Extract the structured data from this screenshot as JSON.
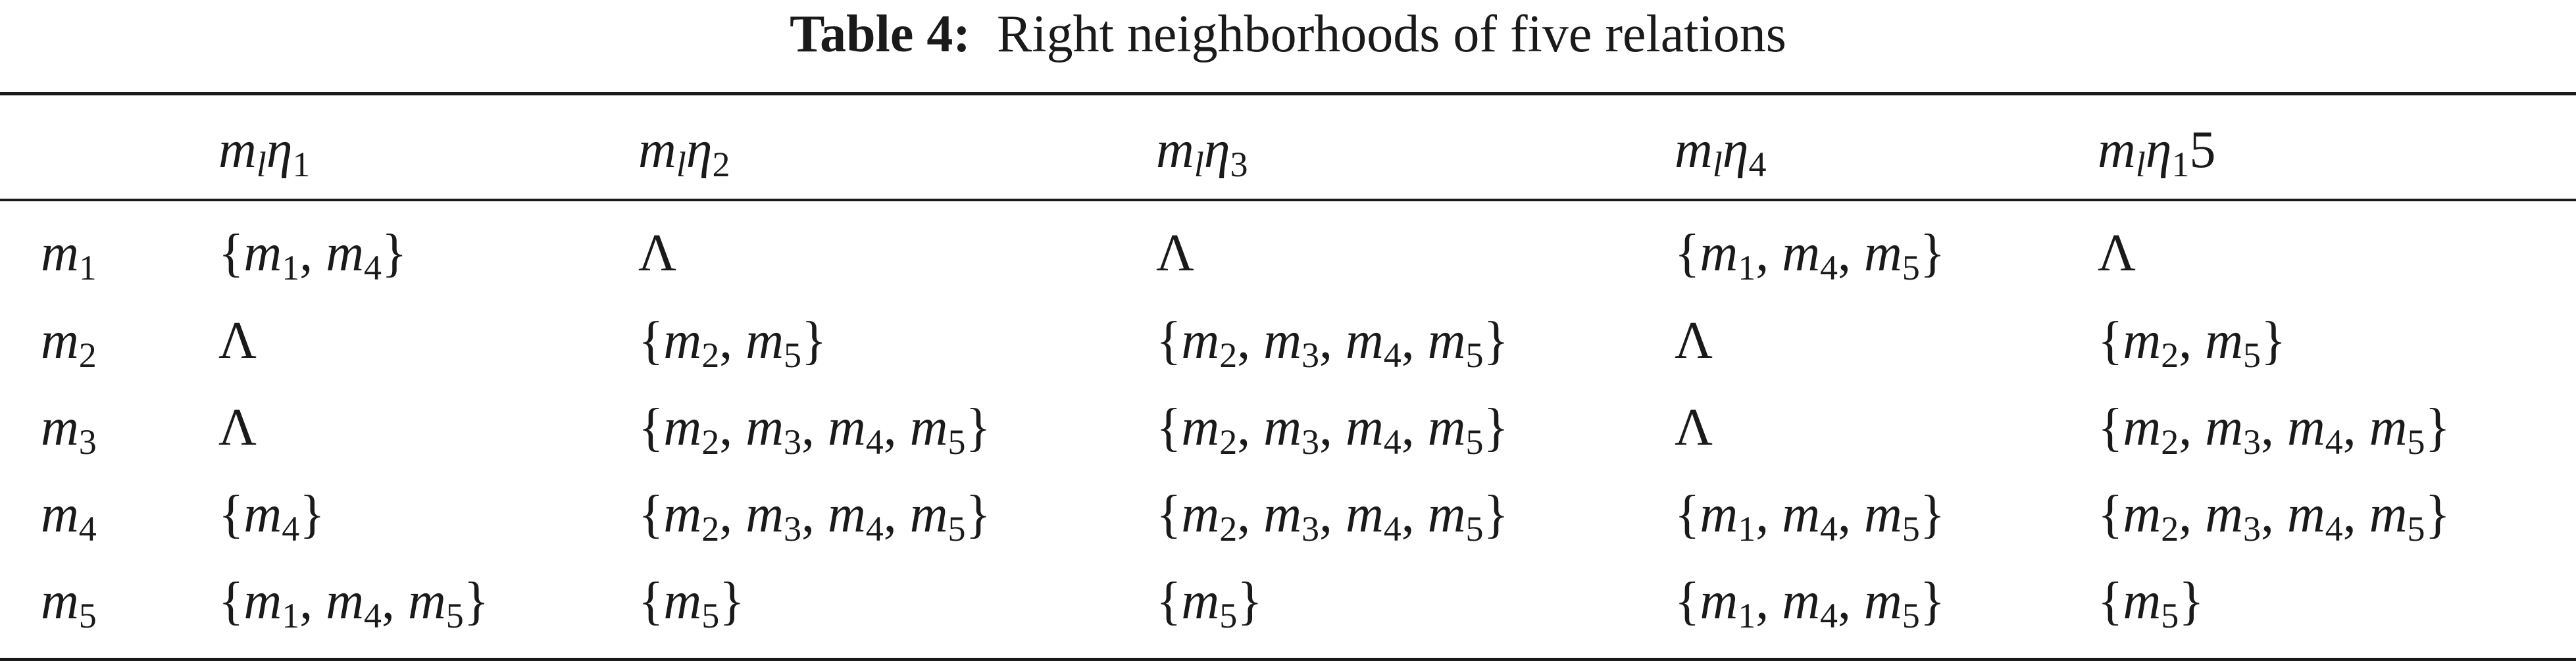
{
  "caption": {
    "label": "Table 4:",
    "text": "Right neighborhoods of five relations"
  },
  "columns": [
    {
      "base": "m",
      "sub1": "l",
      "greek": "η",
      "sub2": "1",
      "suffix": ""
    },
    {
      "base": "m",
      "sub1": "l",
      "greek": "η",
      "sub2": "2",
      "suffix": ""
    },
    {
      "base": "m",
      "sub1": "l",
      "greek": "η",
      "sub2": "3",
      "suffix": ""
    },
    {
      "base": "m",
      "sub1": "l",
      "greek": "η",
      "sub2": "4",
      "suffix": ""
    },
    {
      "base": "m",
      "sub1": "l",
      "greek": "η",
      "sub2": "1",
      "suffix": "5"
    }
  ],
  "rows": [
    {
      "label": {
        "base": "m",
        "sub": "1"
      },
      "cells": [
        {
          "set": [
            "1",
            "4"
          ]
        },
        {
          "empty": "Λ"
        },
        {
          "empty": "Λ"
        },
        {
          "set": [
            "1",
            "4",
            "5"
          ]
        },
        {
          "empty": "Λ"
        }
      ]
    },
    {
      "label": {
        "base": "m",
        "sub": "2"
      },
      "cells": [
        {
          "empty": "Λ"
        },
        {
          "set": [
            "2",
            "5"
          ]
        },
        {
          "set": [
            "2",
            "3",
            "4",
            "5"
          ]
        },
        {
          "empty": "Λ"
        },
        {
          "set": [
            "2",
            "5"
          ]
        }
      ]
    },
    {
      "label": {
        "base": "m",
        "sub": "3"
      },
      "cells": [
        {
          "empty": "Λ"
        },
        {
          "set": [
            "2",
            "3",
            "4",
            "5"
          ]
        },
        {
          "set": [
            "2",
            "3",
            "4",
            "5"
          ]
        },
        {
          "empty": "Λ"
        },
        {
          "set": [
            "2",
            "3",
            "4",
            "5"
          ]
        }
      ]
    },
    {
      "label": {
        "base": "m",
        "sub": "4"
      },
      "cells": [
        {
          "set": [
            "4"
          ]
        },
        {
          "set": [
            "2",
            "3",
            "4",
            "5"
          ]
        },
        {
          "set": [
            "2",
            "3",
            "4",
            "5"
          ]
        },
        {
          "set": [
            "1",
            "4",
            "5"
          ]
        },
        {
          "set": [
            "2",
            "3",
            "4",
            "5"
          ]
        }
      ]
    },
    {
      "label": {
        "base": "m",
        "sub": "5"
      },
      "cells": [
        {
          "set": [
            "1",
            "4",
            "5"
          ]
        },
        {
          "set": [
            "5"
          ]
        },
        {
          "set": [
            "5"
          ]
        },
        {
          "set": [
            "1",
            "4",
            "5"
          ]
        },
        {
          "set": [
            "5"
          ]
        }
      ]
    }
  ]
}
